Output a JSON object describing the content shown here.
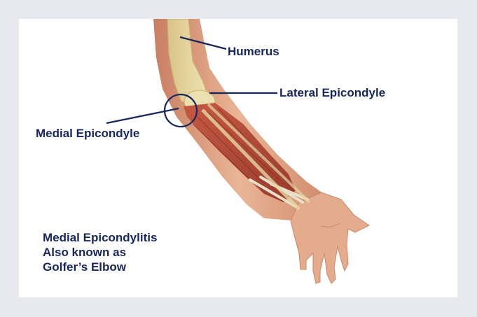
{
  "colors": {
    "label_text": "#17265c",
    "leader_line": "#17265c",
    "background": "#e7e9ee",
    "card": "#ffffff",
    "skin": "#e3a98a",
    "muscle": "#b9503f",
    "bone": "#e3d49a"
  },
  "labels": {
    "humerus": "Humerus",
    "lateral_epicondyle": "Lateral Epicondyle",
    "medial_epicondyle": "Medial Epicondyle"
  },
  "caption": {
    "line1": "Medial Epicondylitis",
    "line2": "Also known as",
    "line3": "Golfer’s Elbow"
  }
}
